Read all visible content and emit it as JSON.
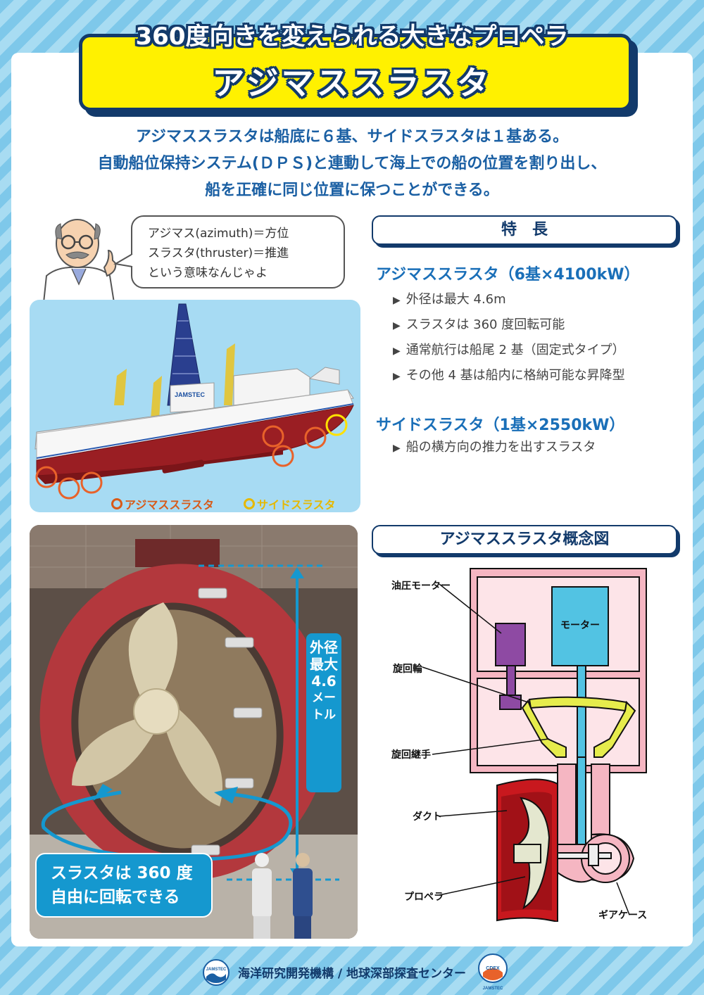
{
  "header": {
    "subtitle": "360度向きを変えられる大きなプロペラ",
    "title": "アジマススラスタ"
  },
  "intro": {
    "lines": [
      "アジマススラスタは船底に６基、サイドスラスタは１基ある。",
      "自動船位保持システム(ＤＰＳ)と連動して海上での船の位置を割り出し、",
      "船を正確に同じ位置に保つことができる。"
    ]
  },
  "speech": {
    "lines": [
      "アジマス(azimuth)＝方位",
      "スラスタ(thruster)＝推進",
      "という意味なんじゃよ"
    ]
  },
  "ship": {
    "hull_text": "JAMSTEC",
    "legend_azimuth": "アジマススラスタ",
    "legend_side": "サイドスラスタ",
    "colors": {
      "azimuth_ring": "#e8622a",
      "side_ring": "#ffe100"
    }
  },
  "features": {
    "header": "特　長",
    "azimuth_title": "アジマススラスタ（6基×4100kW）",
    "azimuth_items": [
      "外径は最大 4.6m",
      "スラスタは 360 度回転可能",
      "通常航行は船尾 2 基（固定式タイプ）",
      "その他 4 基は船内に格納可能な昇降型"
    ],
    "side_title": "サイドスラスタ（1基×2550kW）",
    "side_items": [
      "船の横方向の推力を出すスラスタ"
    ]
  },
  "photo": {
    "dimension_label": [
      "外径",
      "最大",
      "4.6",
      "メートル"
    ],
    "rotation_label": [
      "スラスタは 360 度",
      "自由に回転できる"
    ]
  },
  "diagram": {
    "header": "アジマススラスタ概念図",
    "labels": {
      "hydraulic_motor": "油圧モーター",
      "motor": "モーター",
      "slewing_ring": "旋回輪",
      "swivel_joint": "旋回継手",
      "duct": "ダクト",
      "propeller": "プロペラ",
      "gear_case": "ギアケース"
    }
  },
  "footer": {
    "text": "海洋研究開発機構 / 地球深部探査センター",
    "logo_left": "JAMSTEC",
    "logo_right": "CDEX",
    "logo_right_sub": "JAMSTEC"
  }
}
